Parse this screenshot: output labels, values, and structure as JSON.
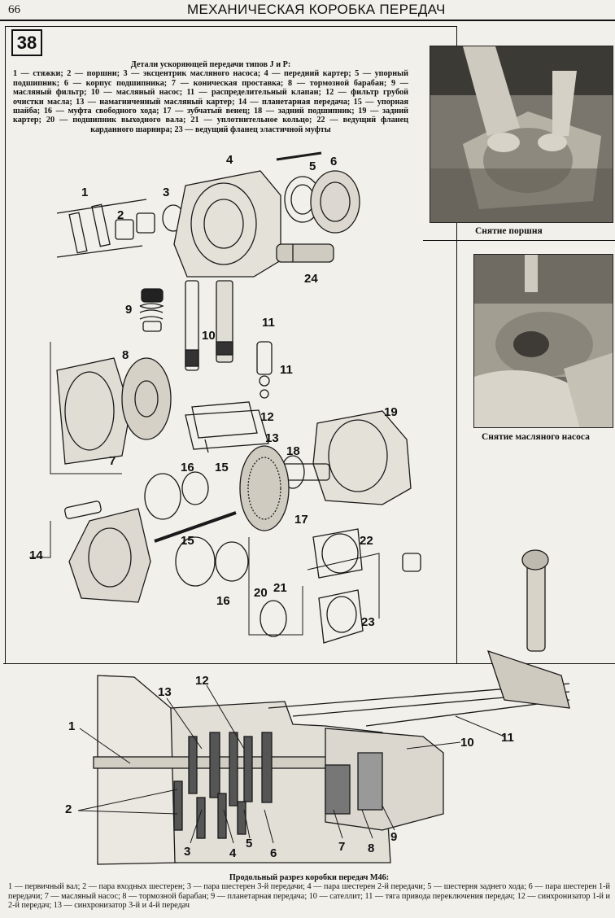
{
  "header": {
    "page_number": "66",
    "running_title": "МЕХАНИЧЕСКАЯ КОРОБКА ПЕРЕДАЧ"
  },
  "figure": {
    "number": "38",
    "caption_title": "Детали ускоряющей передачи типов J и P:",
    "caption_body": "1 — стяжки; 2 — поршни; 3 — эксцентрик масляного насоса; 4 — передний картер; 5 — упорный подшипник; 6 — корпус подшипника; 7 — коническая проставка; 8 — тормозной барабан; 9 — масляный фильтр; 10 — масляный насос; 11 — распределительный клапан; 12 — фильтр грубой очистки масла; 13 — намагниченный масляный картер; 14 — планетарная передача; 15 — упорная шайба; 16 — муфта свободного хода; 17 — зубчатый венец; 18 — задний подшипник; 19 — задний картер; 20 — подшипник выходного вала; 21 — уплотнительное кольцо; 22 — ведущий фланец карданного шарнира; 23 — ведущий фланец эластичной муфты",
    "callouts": [
      "1",
      "2",
      "3",
      "4",
      "5",
      "6",
      "24",
      "9",
      "10",
      "11",
      "11",
      "8",
      "12",
      "13",
      "7",
      "19",
      "18",
      "16",
      "15",
      "17",
      "14",
      "15",
      "16",
      "22",
      "20",
      "21",
      "23"
    ]
  },
  "photos": [
    {
      "caption": "Снятие поршня",
      "icon": "piston-removal-photo"
    },
    {
      "caption": "Снятие масляного насоса",
      "icon": "oil-pump-removal-photo"
    }
  ],
  "section_drawing": {
    "callouts": [
      "1",
      "2",
      "13",
      "12",
      "3",
      "4",
      "5",
      "6",
      "7",
      "8",
      "9",
      "10",
      "11"
    ],
    "caption_title": "Продольный разрез коробки передач М46:",
    "caption_body": "1 — первичный вал; 2 — пара входных шестерен; 3 — пара шестерен 3-й передачи; 4 — пара шестерен 2-й передачи; 5 — шестерня заднего хода; 6 — пара шестерен 1-й передачи; 7 — масляный насос; 8 — тормозной барабан; 9 — планетарная передача; 10 — сателлит; 11 — тяга привода переключения передач; 12 — синхронизатор 1-й и 2-й передач; 13 — синхронизатор 3-й и 4-й передач"
  }
}
